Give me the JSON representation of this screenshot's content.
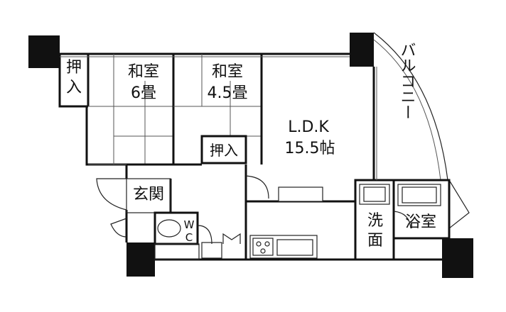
{
  "rooms": {
    "closet_west": {
      "line1": "押",
      "line2": "入"
    },
    "washitsu_6": {
      "name": "和室",
      "size": "6畳"
    },
    "washitsu_4_5": {
      "name": "和室",
      "size": "4.5畳"
    },
    "closet_center": {
      "label": "押入"
    },
    "ldk": {
      "name": "L.D.K",
      "size": "15.5帖"
    },
    "balcony": {
      "label": "バルコニー"
    },
    "genkan": {
      "label": "玄関"
    },
    "wc": {
      "line1": "W",
      "line2": "C"
    },
    "washroom": {
      "line1": "洗",
      "line2": "面"
    },
    "bathroom": {
      "label": "浴室"
    }
  }
}
